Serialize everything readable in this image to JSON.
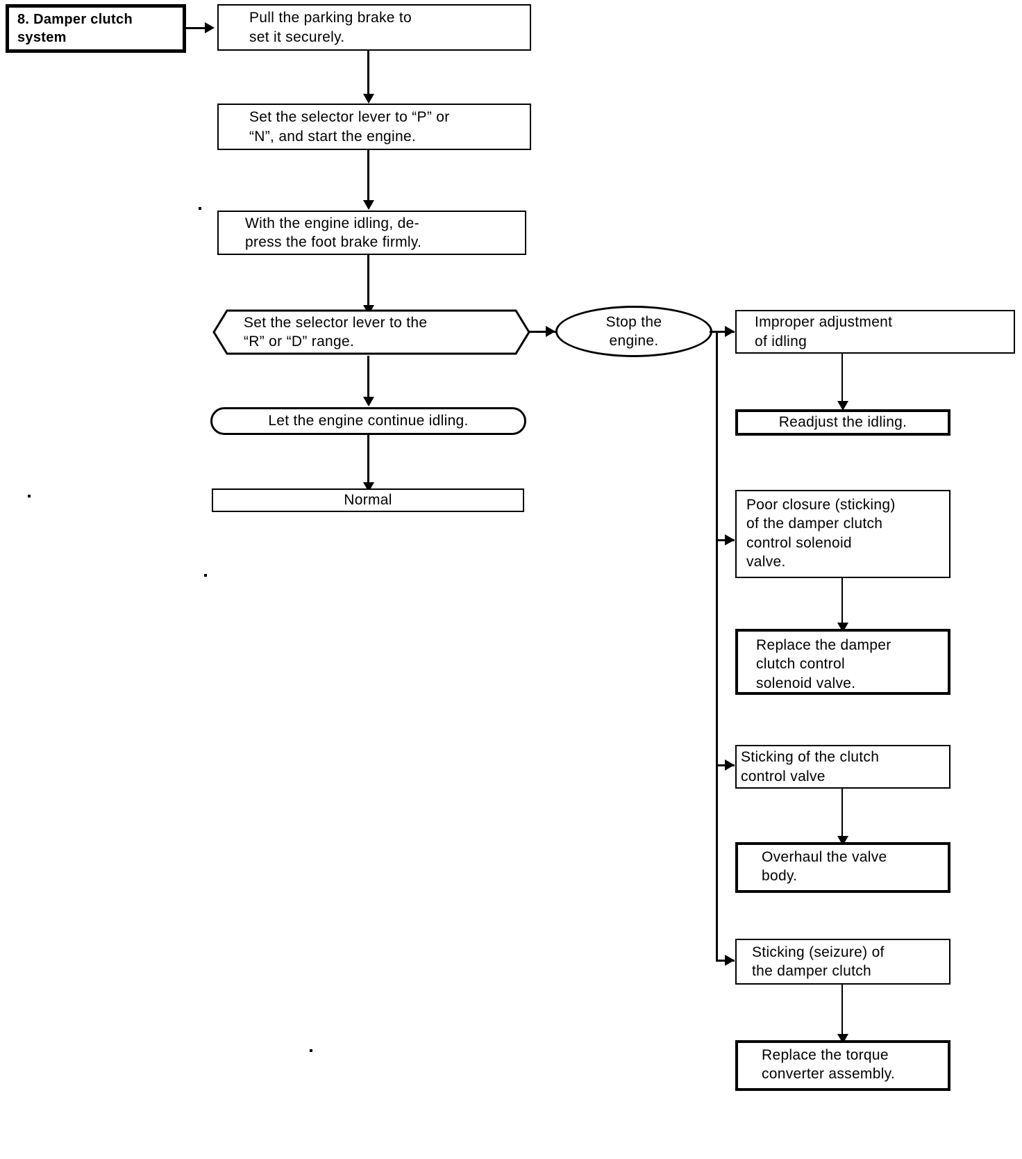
{
  "document": {
    "title": "8. Damper clutch system",
    "type": "troubleshooting-flowchart"
  },
  "chart_data": {
    "type": "diagram",
    "title": "8. Damper clutch system",
    "nodes": [
      {
        "id": "title",
        "shape": "rect-bold",
        "text": "8. Damper clutch\n    system"
      },
      {
        "id": "step1",
        "shape": "rect",
        "text": "Pull the parking brake to\nset it securely."
      },
      {
        "id": "step2",
        "shape": "rect",
        "text": "Set the selector lever to “P” or\n“N”, and start the engine."
      },
      {
        "id": "step3",
        "shape": "rect",
        "text": "With  the  engine  idling,  de-\npress  the  foot  brake  firmly."
      },
      {
        "id": "step4",
        "shape": "hexagon",
        "text": "Set  the  selector  lever  to  the\n“R”  or  “D”  range."
      },
      {
        "id": "step5",
        "shape": "stadium",
        "text": "Let  the  engine  continue  idling."
      },
      {
        "id": "normal",
        "shape": "rect",
        "text": "Normal"
      },
      {
        "id": "stopengine",
        "shape": "oval",
        "text": "Stop  the\nengine."
      },
      {
        "id": "cause1",
        "shape": "rect",
        "text": "Improper  adjustment\nof  idling"
      },
      {
        "id": "remedy1",
        "shape": "rect-bold",
        "text": "Readjust  the  idling."
      },
      {
        "id": "cause2",
        "shape": "rect",
        "text": "Poor closure (sticking)\nof the damper clutch\ncontrol solenoid\nvalve."
      },
      {
        "id": "remedy2",
        "shape": "rect-bold",
        "text": "Replace  the  damper\nclutch  control\nsolenoid  valve."
      },
      {
        "id": "cause3",
        "shape": "rect",
        "text": "Sticking   of   the   clutch\ncontrol  valve"
      },
      {
        "id": "remedy3",
        "shape": "rect-bold",
        "text": "Overhaul  the  valve\nbody."
      },
      {
        "id": "cause4",
        "shape": "rect",
        "text": "Sticking  (seizure)  of\nthe  damper  clutch"
      },
      {
        "id": "remedy4",
        "shape": "rect-bold",
        "text": "Replace  the  torque\nconverter  assembly."
      }
    ],
    "edges": [
      {
        "from": "title",
        "to": "step1",
        "dir": "right"
      },
      {
        "from": "step1",
        "to": "step2",
        "dir": "down"
      },
      {
        "from": "step2",
        "to": "step3",
        "dir": "down"
      },
      {
        "from": "step3",
        "to": "step4",
        "dir": "down"
      },
      {
        "from": "step4",
        "to": "step5",
        "dir": "down"
      },
      {
        "from": "step5",
        "to": "normal",
        "dir": "down"
      },
      {
        "from": "step4",
        "to": "stopengine",
        "dir": "right"
      },
      {
        "from": "stopengine",
        "to": "cause1",
        "dir": "right"
      },
      {
        "from": "stopengine",
        "to": "cause2",
        "dir": "branch"
      },
      {
        "from": "stopengine",
        "to": "cause3",
        "dir": "branch"
      },
      {
        "from": "stopengine",
        "to": "cause4",
        "dir": "branch"
      },
      {
        "from": "cause1",
        "to": "remedy1",
        "dir": "down"
      },
      {
        "from": "cause2",
        "to": "remedy2",
        "dir": "down"
      },
      {
        "from": "cause3",
        "to": "remedy3",
        "dir": "down"
      },
      {
        "from": "cause4",
        "to": "remedy4",
        "dir": "down"
      }
    ]
  },
  "flow": {
    "title_box": "8. Damper clutch\n    system",
    "step_pull_brake": "Pull the parking brake to\nset it securely.",
    "step_selector_pn": "Set the selector lever to “P” or\n“N”, and start the engine.",
    "step_foot_brake": "With  the  engine  idling,  de-\npress  the  foot  brake  firmly.",
    "step_selector_rd": "Set  the  selector  lever  to  the\n“R”  or  “D”  range.",
    "step_continue_idling": "Let  the  engine  continue  idling.",
    "result_normal": "Normal",
    "stop_engine": "Stop  the\nengine.",
    "cause_improper_idle": "Improper  adjustment\nof  idling",
    "remedy_readjust_idle": "Readjust  the  idling.",
    "cause_poor_closure": "Poor closure (sticking)\nof the damper clutch\ncontrol solenoid\nvalve.",
    "remedy_replace_solenoid": "Replace  the  damper\nclutch  control\nsolenoid  valve.",
    "cause_sticking_control_valve": "Sticking   of   the   clutch\ncontrol  valve",
    "remedy_overhaul_valve_body": "Overhaul  the  valve\nbody.",
    "cause_sticking_damper_clutch": "Sticking  (seizure)  of\nthe  damper  clutch",
    "remedy_replace_converter": "Replace  the  torque\nconverter  assembly."
  },
  "colors": {
    "ink": "#000000",
    "paper": "#ffffff"
  }
}
